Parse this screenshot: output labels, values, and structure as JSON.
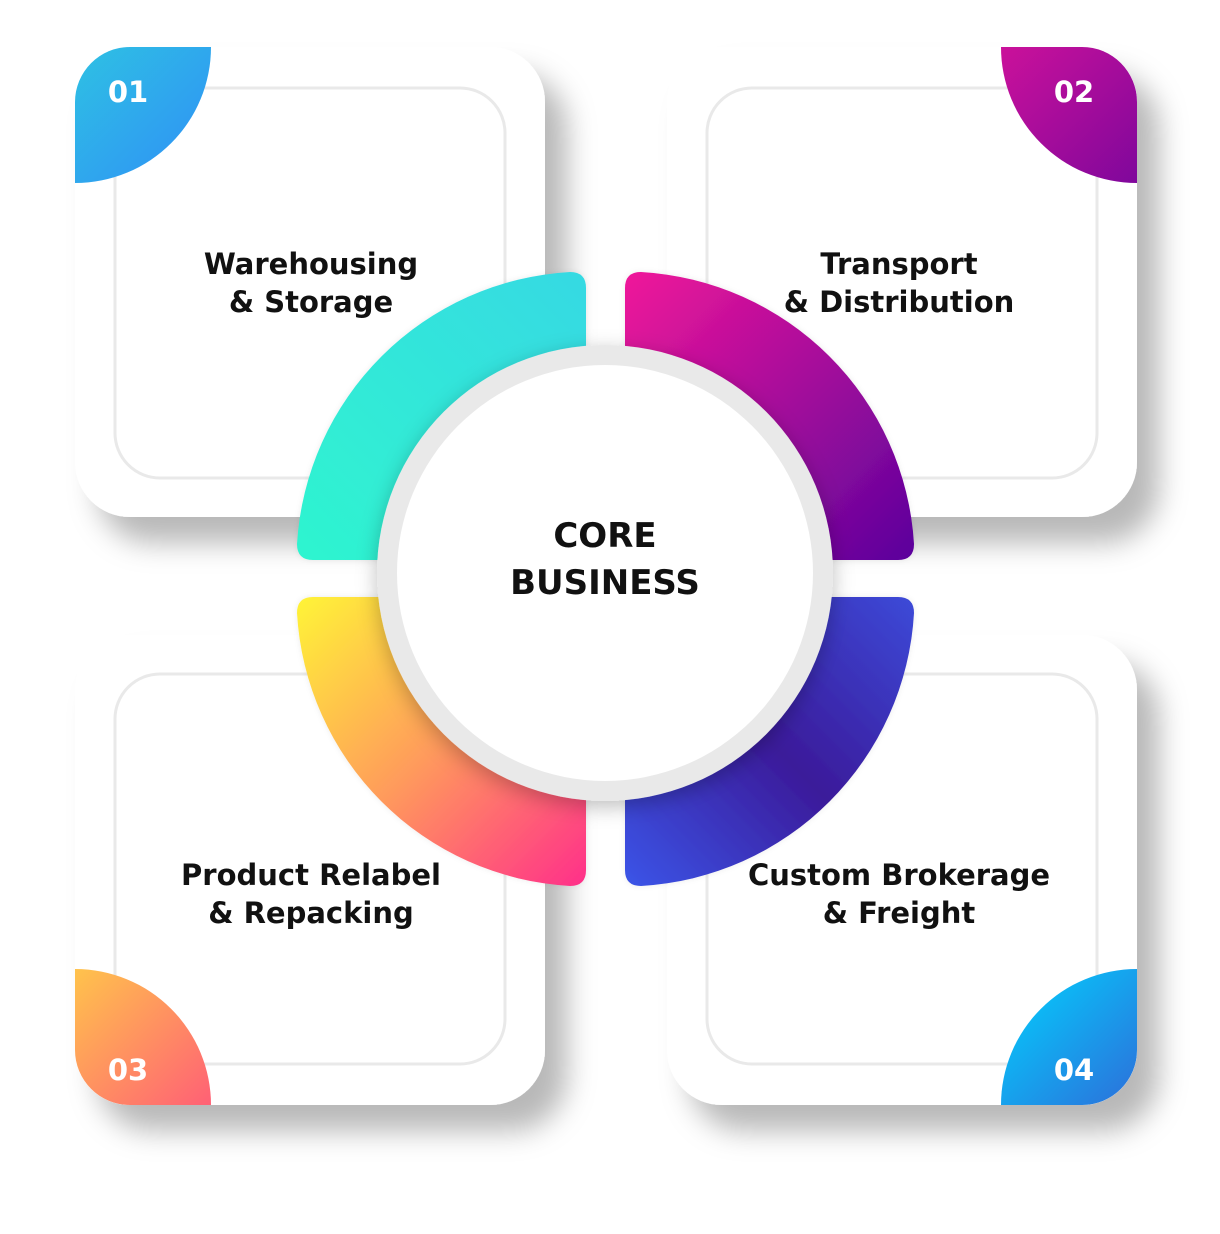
{
  "center": {
    "line1": "CORE",
    "line2": "BUSINESS"
  },
  "cards": [
    {
      "number": "01",
      "line1": "Warehousing",
      "line2": "& Storage"
    },
    {
      "number": "02",
      "line1": "Transport",
      "line2": "& Distribution"
    },
    {
      "number": "03",
      "line1": "Product Relabel",
      "line2": "& Repacking"
    },
    {
      "number": "04",
      "line1": "Custom Brokerage",
      "line2": "& Freight"
    }
  ],
  "colors": {
    "segment1": [
      "#2ef5cf",
      "#36d9e3"
    ],
    "segment2": [
      "#f0169a",
      "#5a029c"
    ],
    "segment3": [
      "#fff437",
      "#ff2f8a"
    ],
    "segment4": [
      "#3a55e8",
      "#4c0ab0"
    ],
    "text": "#111111"
  }
}
